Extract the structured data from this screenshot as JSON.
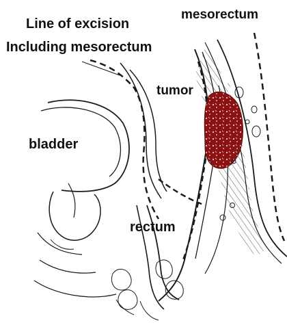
{
  "labels": {
    "line_of_excision": "Line of excision",
    "including_mesorectum": "Including mesorectum",
    "mesorectum": "mesorectum",
    "tumor": "tumor",
    "bladder": "bladder",
    "rectum": "rectum"
  },
  "colors": {
    "tumor": "#8b1212",
    "line": "#1a1a1a",
    "hatch": "#555555"
  }
}
